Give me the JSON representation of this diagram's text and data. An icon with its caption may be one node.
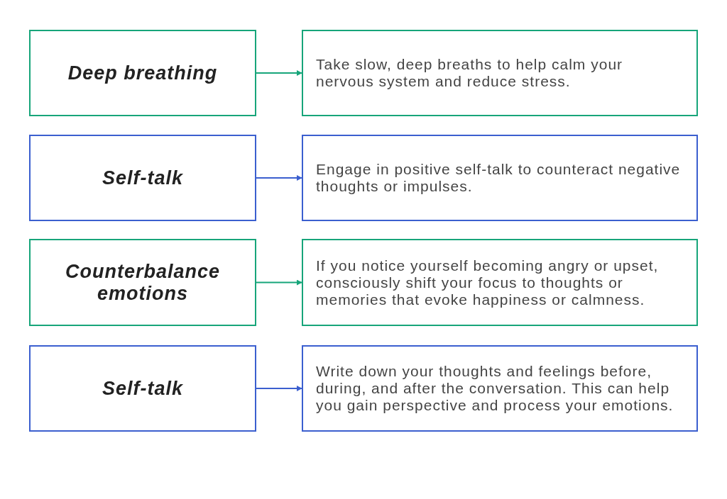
{
  "diagram": {
    "nodes": [
      {
        "text": [
          "Deep breathing"
        ]
      },
      {
        "text": [
          "Take slow, deep breaths to help calm your nervous system and reduce stress."
        ]
      },
      {
        "text": [
          "Self-talk"
        ]
      },
      {
        "text": [
          "Engage in positive self-talk to counteract negative thoughts or impulses."
        ]
      },
      {
        "text": [
          "Counterbalance emotions"
        ]
      },
      {
        "text": [
          "If you notice yourself becoming angry or upset, consciously shift your focus to thoughts or memories that evoke happiness or calmness."
        ]
      },
      {
        "text": [
          "Self-talk"
        ]
      },
      {
        "text": [
          "Write down your thoughts and feelings before, during, and after the conversation. This can help you gain perspective and process your emotions."
        ]
      }
    ],
    "edges": [
      {
        "from": 0,
        "to": 1,
        "arrow": "to"
      },
      {
        "from": 2,
        "to": 3,
        "arrow": "to",
        "color": "#3b5fcf"
      },
      {
        "from": 4,
        "to": 5,
        "arrow": "to"
      },
      {
        "from": 6,
        "to": 7,
        "arrow": "to",
        "color": "#3b5fcf"
      }
    ]
  }
}
